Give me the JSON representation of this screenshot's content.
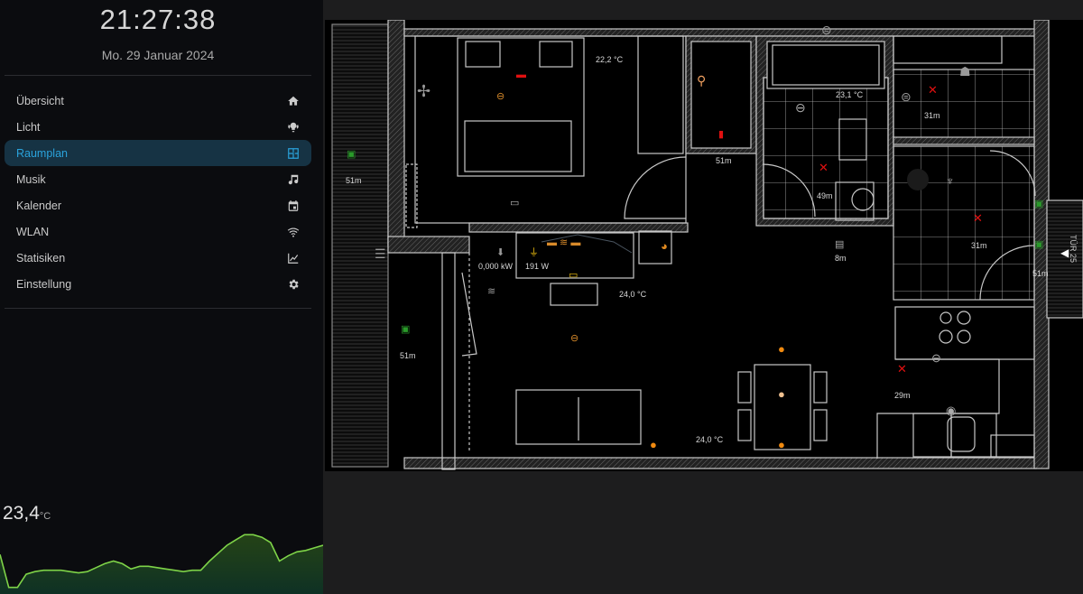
{
  "sidebar": {
    "time": "21:27:38",
    "date": "Mo. 29 Januar 2024",
    "items": [
      {
        "label": "Übersicht",
        "icon": "home-icon"
      },
      {
        "label": "Licht",
        "icon": "lightbulb-group-icon"
      },
      {
        "label": "Raumplan",
        "icon": "floor-plan-icon",
        "active": true
      },
      {
        "label": "Musik",
        "icon": "music-note-icon"
      },
      {
        "label": "Kalender",
        "icon": "calendar-icon"
      },
      {
        "label": "WLAN",
        "icon": "wifi-icon"
      },
      {
        "label": "Statisiken",
        "icon": "chart-line-icon"
      },
      {
        "label": "Einstellung",
        "icon": "gear-icon"
      }
    ],
    "accent": "#2aa3dc",
    "temperature": {
      "value": "23,4",
      "unit": "°C",
      "history": [
        24.5,
        22.0,
        22.0,
        23.0,
        23.2,
        23.3,
        23.3,
        23.3,
        23.2,
        23.1,
        23.2,
        23.5,
        23.8,
        24.0,
        23.8,
        23.4,
        23.6,
        23.6,
        23.5,
        23.4,
        23.3,
        23.2,
        23.3,
        23.3,
        24.0,
        24.6,
        25.2,
        25.6,
        26.0,
        26.0,
        25.8,
        25.4,
        24.0,
        24.4,
        24.7,
        24.8,
        25.0,
        25.2
      ],
      "color": "#7ed348"
    }
  },
  "floorplan": {
    "labels": {
      "bedroom_temp": "22,2 °C",
      "bath_temp": "23,1 °C",
      "living_temp1": "24,0 °C",
      "living_temp2": "24,0 °C",
      "power_kw": "0,000 kW",
      "power_w": "191 W",
      "balcony_door1": "51m",
      "balcony_door2": "51m",
      "hall_door": "51m",
      "bath_motion": "49m",
      "wc_motion": "31m",
      "hall_motion": "31m",
      "entry_door": "51m",
      "thermostat": "8m",
      "kitchen_motion": "29m",
      "entrance": "TÜR 25"
    }
  }
}
